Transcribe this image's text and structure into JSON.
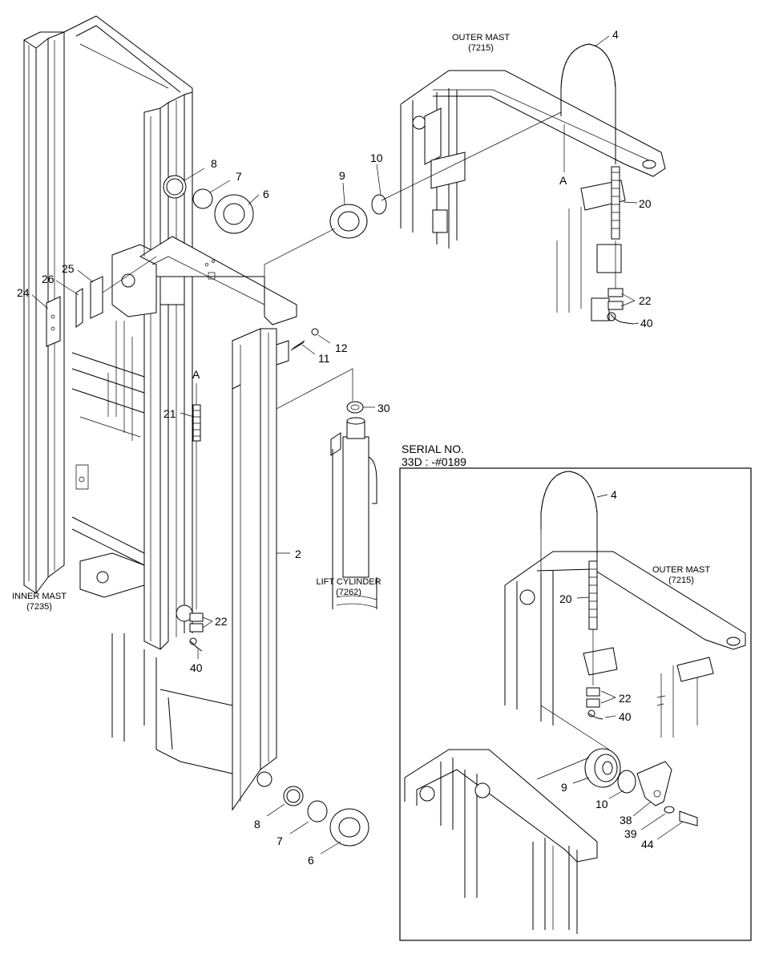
{
  "assemblies": {
    "outer_mast_top": {
      "name": "OUTER MAST",
      "number": "(7215)"
    },
    "inner_mast": {
      "name": "INNER MAST",
      "number": "(7235)"
    },
    "lift_cylinder": {
      "name": "LIFT CYLINDER",
      "number": "(7262)"
    },
    "outer_mast_inset": {
      "name": "OUTER MAST",
      "number": "(7215)"
    }
  },
  "inset": {
    "title": "SERIAL NO.",
    "subtitle": "33D : -#0189"
  },
  "callouts": {
    "c4_top": "4",
    "a_top": "A",
    "c20_top": "20",
    "c22_top": "22",
    "c40_top": "40",
    "c10_top": "10",
    "c9_top": "9",
    "c8_top": "8",
    "c7_top": "7",
    "c6_top": "6",
    "c25": "25",
    "c26": "26",
    "c24": "24",
    "c12": "12",
    "c11": "11",
    "c30": "30",
    "a_left": "A",
    "c21": "21",
    "c2": "2",
    "c22_left": "22",
    "c40_left": "40",
    "c8_bot": "8",
    "c7_bot": "7",
    "c6_bot": "6",
    "c4_inset": "4",
    "c20_inset": "20",
    "c22_inset": "22",
    "c40_inset": "40",
    "c9_inset": "9",
    "c10_inset": "10",
    "c38": "38",
    "c39": "39",
    "c44": "44"
  }
}
